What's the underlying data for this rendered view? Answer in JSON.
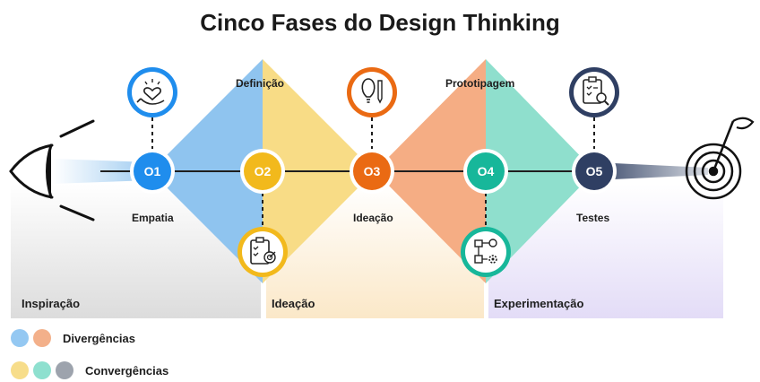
{
  "title": "Cinco Fases do Design Thinking",
  "phases": [
    {
      "number": "O1",
      "label": "Empatia",
      "color": "#1f8ded"
    },
    {
      "number": "O2",
      "label": "Definição",
      "color": "#f2b91c"
    },
    {
      "number": "O3",
      "label": "Ideação",
      "color": "#ea6a13"
    },
    {
      "number": "O4",
      "label": "Prototipagem",
      "color": "#17b79a"
    },
    {
      "number": "O5",
      "label": "Testes",
      "color": "#2f3f63"
    }
  ],
  "zones": [
    "Inspiração",
    "Ideação",
    "Experimentação"
  ],
  "legend": [
    {
      "label": "Divergências",
      "colors": [
        "#94c8f2",
        "#f3b08a"
      ]
    },
    {
      "label": "Convergências",
      "colors": [
        "#f7dd8a",
        "#8ee0cf",
        "#9da3ad"
      ]
    }
  ],
  "icons": [
    "heart-hand-icon",
    "clipboard-target-icon",
    "lightbulb-pen-icon",
    "flowchart-gear-icon",
    "checklist-magnifier-icon",
    "eye-icon",
    "target-flag-icon"
  ]
}
